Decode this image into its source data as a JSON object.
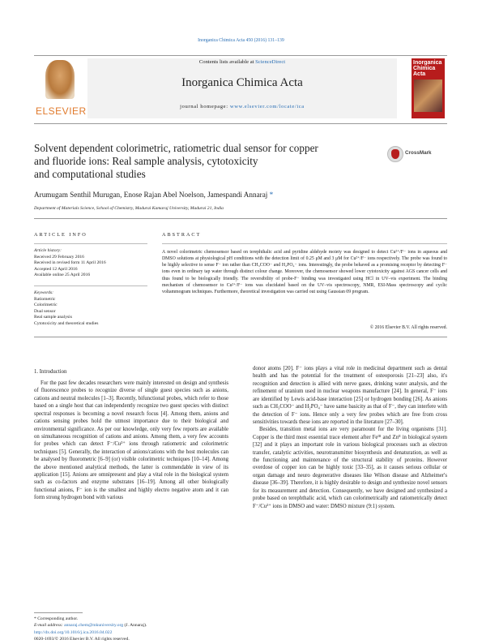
{
  "journal_ref": "Inorganica Chimica Acta 450 (2016) 131–139",
  "masthead": {
    "contents_prefix": "Contents lists available at ",
    "contents_link": "ScienceDirect",
    "journal_name": "Inorganica Chimica Acta",
    "homepage_prefix": "journal homepage: ",
    "homepage_url": "www.elsevier.com/locate/ica",
    "publisher_logo_text": "ELSEVIER",
    "cover_title": "Inorganica Chimica Acta"
  },
  "crossmark_label": "CrossMark",
  "title_lines": [
    "Solvent dependent colorimetric, ratiometric dual sensor for copper",
    "and fluoride ions: Real sample analysis, cytotoxicity",
    "and computational studies"
  ],
  "authors": "Arumugam Senthil Murugan, Enose Rajan Abel Noelson, Jamespandi Annaraj",
  "author_mark": " *",
  "affiliation": "Department of Materials Science, School of Chemistry, Madurai Kamaraj University, Madurai 21, India",
  "article_info": {
    "heading": "ARTICLE INFO",
    "history_label": "Article history:",
    "history": [
      "Received 29 February 2016",
      "Received in revised form 11 April 2016",
      "Accepted 12 April 2016",
      "Available online 25 April 2016"
    ],
    "keywords_label": "Keywords:",
    "keywords": [
      "Ratiometric",
      "Colorimetric",
      "Dual sensor",
      "Real sample analysis",
      "Cytotoxicity and theoretical studies"
    ]
  },
  "abstract": {
    "heading": "ABSTRACT",
    "text": "A novel colorimetric chemosensor based on terephthalic acid and pyridine aldehyde moiety was designed to detect Cu²⁺/F⁻ ions in aqueous and DMSO solutions at physiological pH conditions with the detection limit of 0.25 μM and 3 μM for Cu²⁺/F⁻ ions respectively. The probe was found to be highly selective to sense F⁻ ion rather than CH₃COO⁻ and H₂PO₄⁻ ions. Interestingly, the probe behaved as a promising receptor by detecting F⁻ ions even in ordinary tap water through distinct colour change. Moreover, the chemosensor showed lower cytotoxicity against AGS cancer cells and thus found to be biologically friendly. The reversibility of probe-F⁻ binding was investigated using HCl in UV–vis experiment. The binding mechanism of chemosensor to Cu²⁺/F⁻ ions was elucidated based on the UV–vis spectroscopy, NMR, ESI-Mass spectroscopy and cyclic voltammogram techniques. Furthermore, theoretical investigation was carried out using Gaussian 09 program.",
    "copyright": "© 2016 Elsevier B.V. All rights reserved."
  },
  "intro_heading": "1. Introduction",
  "intro_left": "For the past few decades researchers were mainly interested on design and synthesis of fluorescence probes to recognize diverse of single guest species such as anions, cations and neutral molecules [1–3]. Recently, bifunctional probes, which refer to those based on a single host that can independently recognize two guest species with distinct spectral responses is becoming a novel research focus [4]. Among them, anions and cations sensing probes hold the utmost importance due to their biological and environmental significance. As per our knowledge, only very few reports are available on simultaneous recognition of cations and anions. Among them, a very few accounts for probes which can detect F⁻/Cu²⁺ ions through ratiometric and colorimetric techniques [5]. Generally, the interaction of anions/cations with the host molecules can be analysed by fluorometric [6–9] (or) visible colorimetric techniques [10–14]. Among the above mentioned analytical methods, the latter is commendable in view of its application [15]. Anions are omnipresent and play a vital role in the biological system such as co-factors and enzyme substrates [16–19]. Among all other biologically functional anions, F⁻ ion is the smallest and highly electro negative atom and it can form strong hydrogen bond with various",
  "intro_right_p1": "donor atoms [20]. F⁻ ions plays a vital role in medicinal department such as dental health and has the potential for the treatment of osteoporosis [21–23] also, it's recognition and detection is allied with nerve gases, drinking water analysis, and the refinement of uranium used in nuclear weapons manufacture [24]. In general, F⁻ ions are identified by Lewis acid-base interaction [25] or hydrogen bonding [26]. As anions such as CH₃COO⁻ and H₂PO₄⁻ have same basicity as that of F⁻, they can interfere with the detection of F⁻ ions. Hence only a very few probes which are free from cross sensitivities towards these ions are reported in the literature [27–30].",
  "intro_right_p2": "Besides, transition metal ions are very paramount for the living organisms [31]. Copper is the third most essential trace element after Feᴵᴵᴵ and Znᴵᴵ in biological system [32] and it plays an important role in various biological processes such as electron transfer, catalytic activities, neurotransmitter biosynthesis and denaturation, as well as the functioning and maintenance of the structural stability of proteins. However overdose of copper ion can be highly toxic [33–35], as it causes serious cellular or organ damage and neuro degenerative diseases like Wilson disease and Alzheimer's disease [36–39]. Therefore, it is highly desirable to design and synthesize novel sensors for its measurement and detection. Consequently, we have designed and synthesized a probe based on terephthalic acid, which can colorimetrically and ratiometrically detect F⁻/Cu²⁺ ions in DMSO and water: DMSO mixture (9:1) system.",
  "footnote": {
    "corresponding": "* Corresponding author.",
    "email_label": "E-mail address: ",
    "email": "annaraj.chem@mkuniversity.org",
    "email_suffix": " (J. Annaraj).",
    "doi": "http://dx.doi.org/10.1016/j.ica.2016.04.022",
    "issn": "0020-1693/© 2016 Elsevier B.V. All rights reserved."
  }
}
